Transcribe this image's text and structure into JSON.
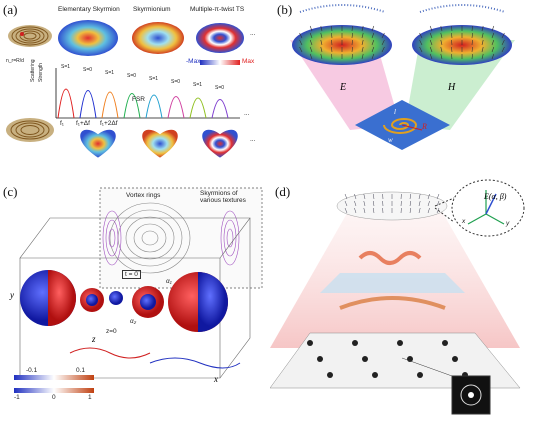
{
  "panel_labels": {
    "a": "(a)",
    "b": "(b)",
    "c": "(c)",
    "d": "(d)"
  },
  "panel_a": {
    "headers": [
      "Elementary Skyrmion",
      "Skyrmionium",
      "Multiple-π-twist TS"
    ],
    "colorbar": {
      "min": "-Max",
      "max": "Max"
    },
    "y_axis": [
      "Scattering",
      "Strength"
    ],
    "resonance_labels": [
      "S=1",
      "S=0",
      "S=1",
      "S=0",
      "S=1",
      "S=0",
      "S=1",
      "S=0"
    ],
    "fsr": "FSR",
    "freq_labels": [
      "f₁",
      "f₁+Δf",
      "f₁+2Δf"
    ],
    "ring_label": "n_r=R/d",
    "ellipsis": "...",
    "colors": {
      "red": "#e02020",
      "blue": "#2030d0",
      "green": "#20b050",
      "orange": "#f08020",
      "cyan": "#20a0d0"
    }
  },
  "panel_b": {
    "labels": {
      "E": "E",
      "H": "H",
      "R": "R",
      "w": "w",
      "l": "l"
    },
    "colors": {
      "pink": "#f4b8d8",
      "green": "#b9e8c0",
      "blue": "#3a6fd0",
      "gold": "#e0a020"
    }
  },
  "panel_c": {
    "inset_titles": [
      "Vortex rings",
      "Skyrmions of various textures"
    ],
    "t_label": "t = 0",
    "axes": {
      "y": "y",
      "x": "x",
      "z": "z"
    },
    "z0": "z=0",
    "alpha_labels": [
      "α₁",
      "α₂"
    ],
    "colorbar_top": [
      "-0.1",
      "0.1"
    ],
    "colorbar_bottom": [
      "-1",
      "0",
      "1"
    ],
    "colors": {
      "red": "#d42020",
      "blue": "#2028c0"
    }
  },
  "panel_d": {
    "formula": "E(α, β)",
    "axis_labels": [
      "x",
      "y"
    ]
  }
}
